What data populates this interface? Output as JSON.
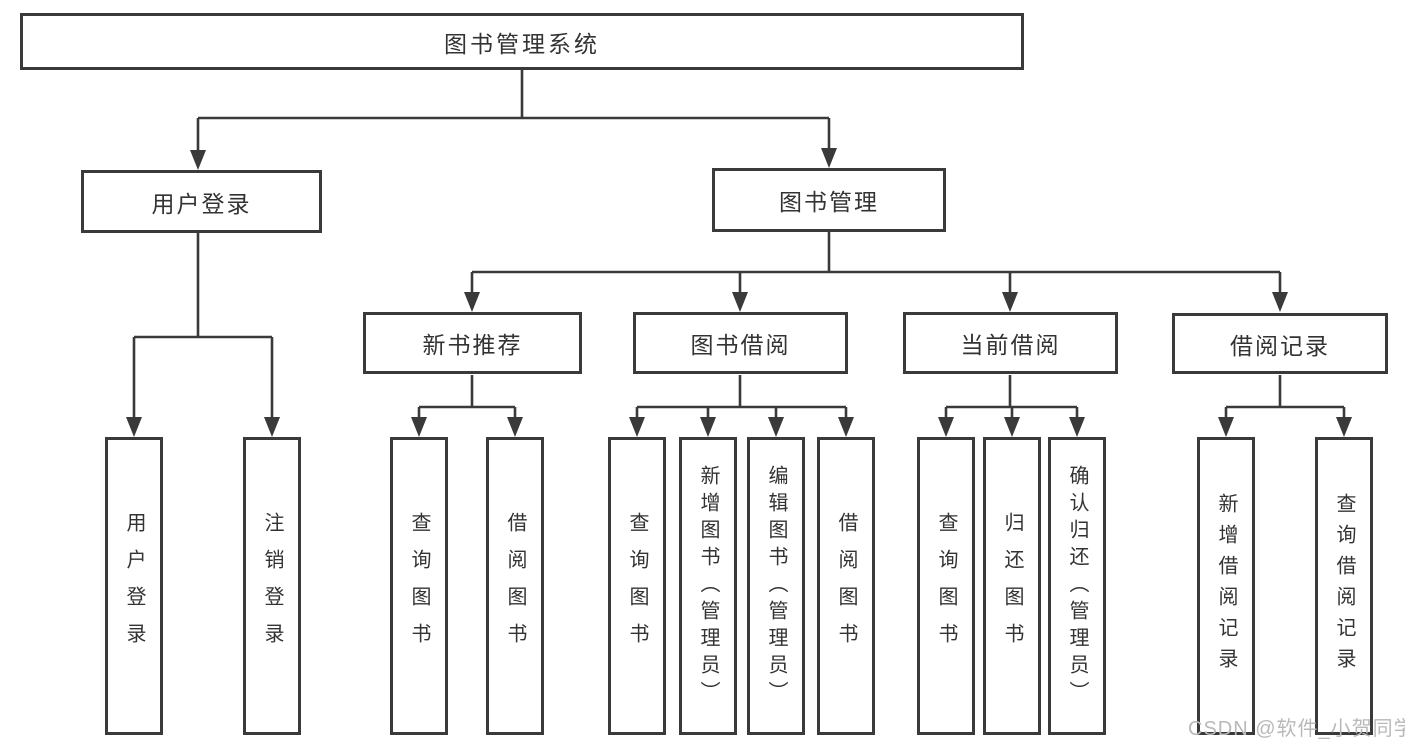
{
  "nodes": {
    "root": "图书管理系统",
    "user_login": "用户登录",
    "book_mgmt": "图书管理",
    "new_book_rec": "新书推荐",
    "book_borrow": "图书借阅",
    "current_borrow": "当前借阅",
    "borrow_records": "借阅记录",
    "leaf_user_login": "用户登录",
    "leaf_logout": "注销登录",
    "leaf_query_book_rec": "查询图书",
    "leaf_borrow_book_rec": "借阅图书",
    "leaf_query_book_borrow": "查询图书",
    "leaf_add_book": "新增图书（管理员）",
    "leaf_edit_book": "编辑图书（管理员）",
    "leaf_borrow_book_borrow": "借阅图书",
    "leaf_query_book_current": "查询图书",
    "leaf_return_book": "归还图书",
    "leaf_confirm_return": "确认归还（管理员）",
    "leaf_add_borrow_record": "新增借阅记录",
    "leaf_query_borrow_record": "查询借阅记录"
  },
  "watermark": "CSDN @软件_小贺同学",
  "colors": {
    "line": "#3a3a3a",
    "text": "#333333",
    "watermark": "#b9b9b9",
    "background": "#ffffff"
  }
}
